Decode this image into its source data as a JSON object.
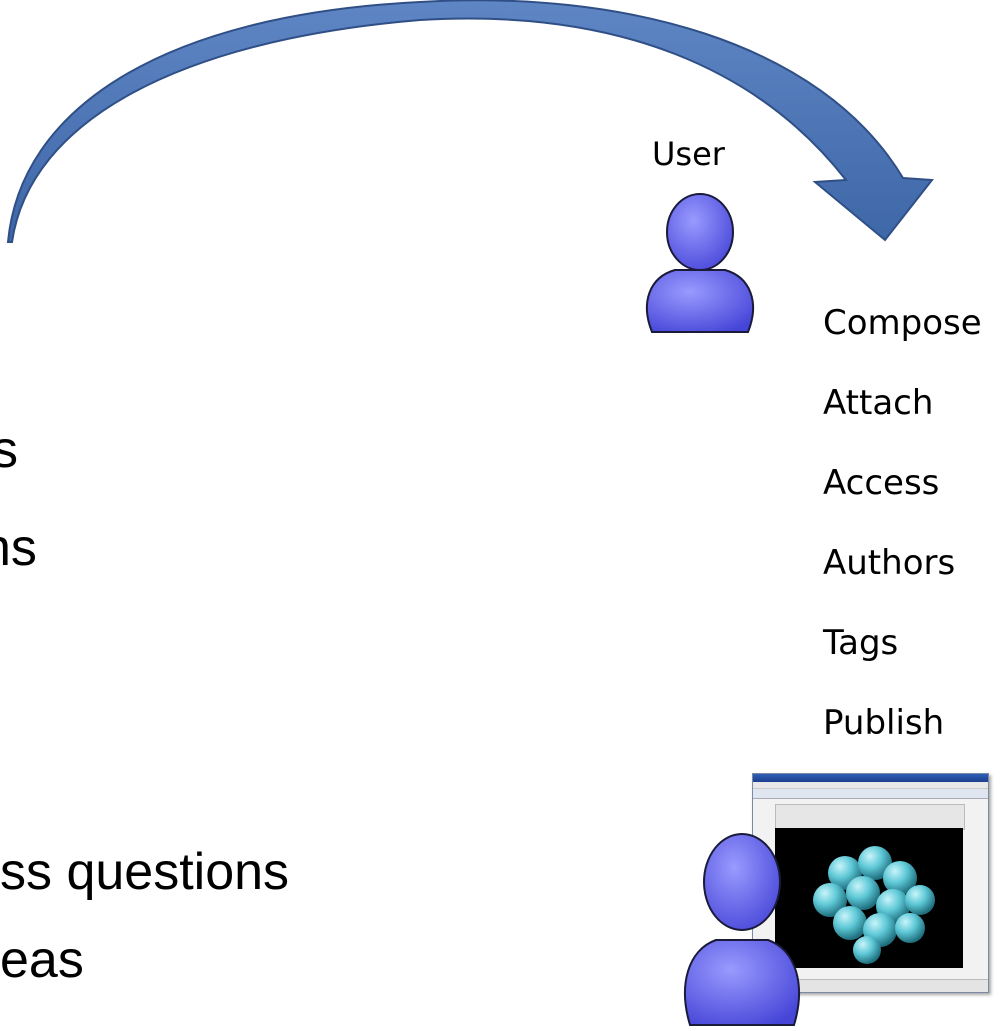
{
  "user_label": "User",
  "steps": [
    "Compose",
    "Attach",
    "Access",
    "Authors",
    "Tags",
    "Publish"
  ],
  "left_fragments": [
    "s",
    "ns",
    "ss questions",
    "eas"
  ],
  "colors": {
    "arrow": "#4f77b8",
    "arrow_edge": "#2f4f86",
    "person": "#5f5fe6",
    "person_edge": "#1a1a3a",
    "molecule": "#5ec8d6"
  },
  "icons": [
    "curved-arrow-icon",
    "user-person-icon",
    "molecule-viewer-screenshot"
  ]
}
